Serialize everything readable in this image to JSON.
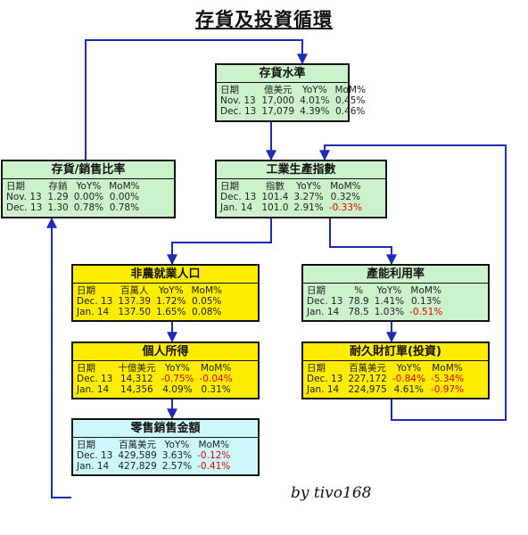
{
  "title": "存貨及投資循環",
  "signature": "by tivo168",
  "boxes": [
    {
      "id": "inventory-level",
      "title": "存貨水準",
      "color": "green",
      "header": [
        "日期",
        "億美元",
        "YoY%",
        "MoM%"
      ],
      "rows": [
        [
          "Nov. 13",
          "17,000",
          "4.01%",
          "0.45%"
        ],
        [
          "Dec. 13",
          "17,079",
          "4.39%",
          "0.46%"
        ]
      ]
    },
    {
      "id": "inventory-sales-ratio",
      "title": "存貨/銷售比率",
      "color": "green",
      "header": [
        "日期",
        "存銷",
        "YoY%",
        "MoM%"
      ],
      "rows": [
        [
          "Nov. 13",
          "1.29",
          "0.00%",
          "0.00%"
        ],
        [
          "Dec. 13",
          "1.30",
          "0.78%",
          "0.78%"
        ]
      ]
    },
    {
      "id": "industrial-production",
      "title": "工業生產指數",
      "color": "green",
      "header": [
        "日期",
        "指數",
        "YoY%",
        "MoM%"
      ],
      "rows": [
        [
          "Dec. 13",
          "101.4",
          "3.27%",
          "0.32%"
        ],
        [
          "Jan. 14",
          "101.0",
          "2.91%",
          "-0.33%"
        ]
      ]
    },
    {
      "id": "nonfarm-payrolls",
      "title": "非農就業人口",
      "color": "yellow",
      "header": [
        "日期",
        "百萬人",
        "YoY%",
        "MoM%"
      ],
      "rows": [
        [
          "Dec. 13",
          "137.39",
          "1.72%",
          "0.05%"
        ],
        [
          "Jan. 14",
          "137.50",
          "1.65%",
          "0.08%"
        ]
      ]
    },
    {
      "id": "capacity-utilization",
      "title": "產能利用率",
      "color": "green",
      "header": [
        "日期",
        "%",
        "YoY%",
        "MoM%"
      ],
      "rows": [
        [
          "Dec. 13",
          "78.9",
          "1.41%",
          "0.13%"
        ],
        [
          "Jan. 14",
          "78.5",
          "1.03%",
          "-0.51%"
        ]
      ]
    },
    {
      "id": "personal-income",
      "title": "個人所得",
      "color": "yellow",
      "header": [
        "日期",
        "十億美元",
        "YoY%",
        "MoM%"
      ],
      "rows": [
        [
          "Dec. 13",
          "14,312",
          "-0.75%",
          "-0.04%"
        ],
        [
          "Jan. 14",
          "14,356",
          "4.09%",
          "0.31%"
        ]
      ]
    },
    {
      "id": "durable-goods-orders",
      "title": "耐久財訂單(投資)",
      "color": "yellow",
      "header": [
        "日期",
        "百萬美元",
        "YoY%",
        "MoM%"
      ],
      "rows": [
        [
          "Dec. 13",
          "227,172",
          "-0.84%",
          "-5.34%"
        ],
        [
          "Jan. 14",
          "224,975",
          "4.61%",
          "-0.97%"
        ]
      ]
    },
    {
      "id": "retail-sales",
      "title": "零售銷售金額",
      "color": "cyan",
      "header": [
        "日期",
        "百萬美元",
        "YoY%",
        "MoM%"
      ],
      "rows": [
        [
          "Dec. 13",
          "429,589",
          "3.63%",
          "-0.12%"
        ],
        [
          "Jan. 14",
          "427,829",
          "2.57%",
          "-0.41%"
        ]
      ]
    }
  ],
  "colors": {
    "green": "#ccf2cc",
    "yellow": "#ffec00",
    "cyan": "#ccf7fb",
    "connector": "#1f2bb8",
    "negative": "#e00000"
  }
}
